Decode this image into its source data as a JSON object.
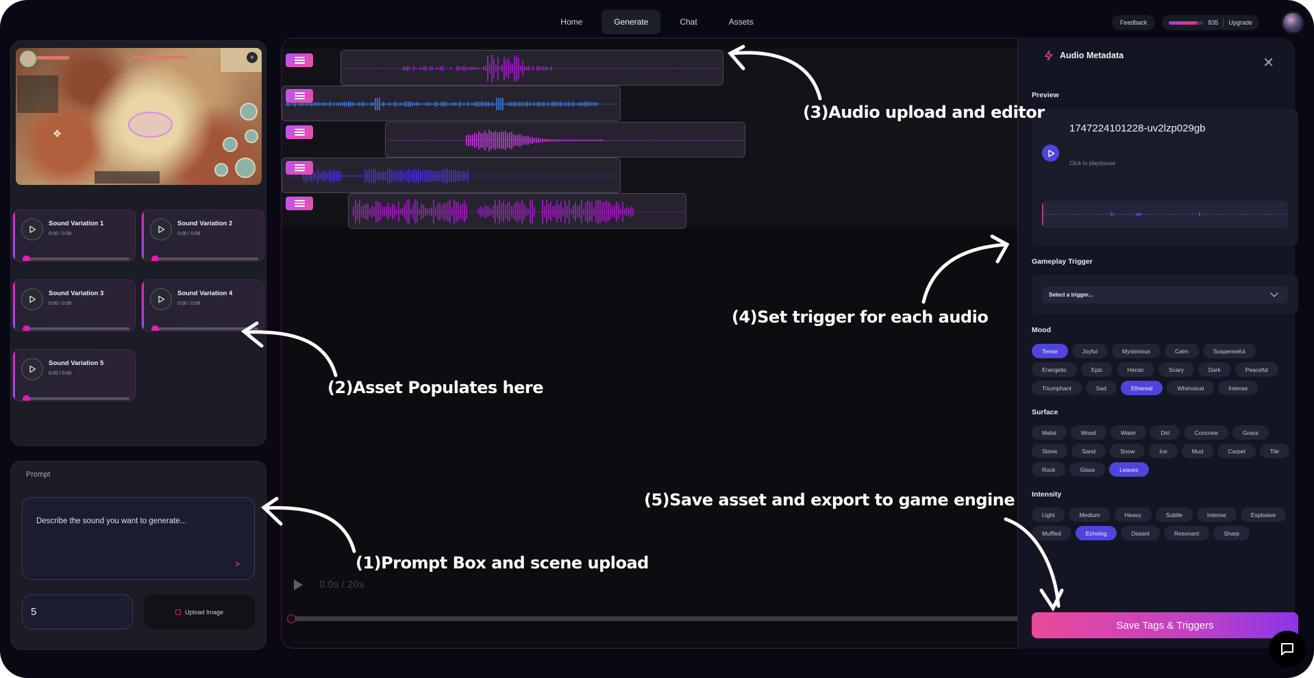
{
  "nav": {
    "tabs": [
      {
        "label": "Home",
        "active": false
      },
      {
        "label": "Generate",
        "active": true
      },
      {
        "label": "Chat",
        "active": false
      },
      {
        "label": "Assets",
        "active": false
      }
    ],
    "feedback_label": "Feedback",
    "credits_value": "835",
    "credits_fill_fraction": 0.82,
    "upgrade_label": "Upgrade",
    "avatar_icon": "user-avatar"
  },
  "scene": {
    "close_icon": "close-icon",
    "description": "Uploaded game scene screenshot (top-down pixel-art action RPG)"
  },
  "variations": [
    {
      "title": "Sound Variation 1",
      "time": "0:00 / 0:08",
      "progress": 0
    },
    {
      "title": "Sound Variation 2",
      "time": "0:00 / 0:08",
      "progress": 0
    },
    {
      "title": "Sound Variation 3",
      "time": "0:00 / 0:08",
      "progress": 0
    },
    {
      "title": "Sound Variation 4",
      "time": "0:00 / 0:08",
      "progress": 0
    },
    {
      "title": "Sound Variation 5",
      "time": "0:00 / 0:08",
      "progress": 0
    }
  ],
  "prompt": {
    "label": "Prompt",
    "placeholder": "Describe the sound you want to generate...",
    "count_value": "5",
    "upload_label": "Upload Image",
    "send_icon": "send-icon"
  },
  "timeline": {
    "time_display": "0.0s / 20s",
    "duration_s": 20,
    "position_s": 0,
    "tracks": [
      {
        "color": "#a020c8",
        "start": 0.08,
        "end": 0.6,
        "shape": "bursts"
      },
      {
        "color": "#3a7de0",
        "start": 0.0,
        "end": 0.46,
        "shape": "steady"
      },
      {
        "color": "#c43ae0",
        "start": 0.14,
        "end": 0.63,
        "shape": "swell"
      },
      {
        "color": "#4a2fd8",
        "start": 0.0,
        "end": 0.46,
        "shape": "dense"
      },
      {
        "color": "#a11fc0",
        "start": 0.09,
        "end": 0.55,
        "shape": "busy"
      }
    ]
  },
  "metadata": {
    "title": "Audio Metadata",
    "preview_label": "Preview",
    "file_name": "1747224101228-uv2lzp029gb",
    "play_hint": "Click to play/pause",
    "trigger_label": "Gameplay Trigger",
    "trigger_placeholder": "Select a trigger...",
    "mood_label": "Mood",
    "mood": [
      {
        "label": "Tense",
        "selected": true
      },
      {
        "label": "Joyful",
        "selected": false
      },
      {
        "label": "Mysterious",
        "selected": false
      },
      {
        "label": "Calm",
        "selected": false
      },
      {
        "label": "Suspenseful",
        "selected": false
      },
      {
        "label": "Energetic",
        "selected": false
      },
      {
        "label": "Epic",
        "selected": false
      },
      {
        "label": "Heroic",
        "selected": false
      },
      {
        "label": "Scary",
        "selected": false
      },
      {
        "label": "Dark",
        "selected": false
      },
      {
        "label": "Peaceful",
        "selected": false
      },
      {
        "label": "Triumphant",
        "selected": false
      },
      {
        "label": "Sad",
        "selected": false
      },
      {
        "label": "Ethereal",
        "selected": true
      },
      {
        "label": "Whimsical",
        "selected": false
      },
      {
        "label": "Intense",
        "selected": false
      }
    ],
    "surface_label": "Surface",
    "surface": [
      {
        "label": "Metal",
        "selected": false
      },
      {
        "label": "Wood",
        "selected": false
      },
      {
        "label": "Water",
        "selected": false
      },
      {
        "label": "Dirt",
        "selected": false
      },
      {
        "label": "Concrete",
        "selected": false
      },
      {
        "label": "Grass",
        "selected": false
      },
      {
        "label": "Stone",
        "selected": false
      },
      {
        "label": "Sand",
        "selected": false
      },
      {
        "label": "Snow",
        "selected": false
      },
      {
        "label": "Ice",
        "selected": false
      },
      {
        "label": "Mud",
        "selected": false
      },
      {
        "label": "Carpet",
        "selected": false
      },
      {
        "label": "Tile",
        "selected": false
      },
      {
        "label": "Rock",
        "selected": false
      },
      {
        "label": "Glass",
        "selected": false
      },
      {
        "label": "Leaves",
        "selected": true
      }
    ],
    "intensity_label": "Intensity",
    "intensity": [
      {
        "label": "Light",
        "selected": false
      },
      {
        "label": "Medium",
        "selected": false
      },
      {
        "label": "Heavy",
        "selected": false
      },
      {
        "label": "Subtle",
        "selected": false
      },
      {
        "label": "Intense",
        "selected": false
      },
      {
        "label": "Explosive",
        "selected": false
      },
      {
        "label": "Muffled",
        "selected": false
      },
      {
        "label": "Echoing",
        "selected": true
      },
      {
        "label": "Distant",
        "selected": false
      },
      {
        "label": "Resonant",
        "selected": false
      },
      {
        "label": "Sharp",
        "selected": false
      }
    ],
    "save_label": "Save Tags & Triggers"
  },
  "annotations": [
    "(1)Prompt Box and scene upload",
    "(2)Asset Populates here",
    "(3)Audio upload and editor",
    "(4)Set trigger for each audio",
    "(5)Save asset and export to game engine"
  ],
  "colors": {
    "accent_pink": "#e31cb6",
    "accent_indigo": "#4f45dc",
    "background": "#090913"
  }
}
